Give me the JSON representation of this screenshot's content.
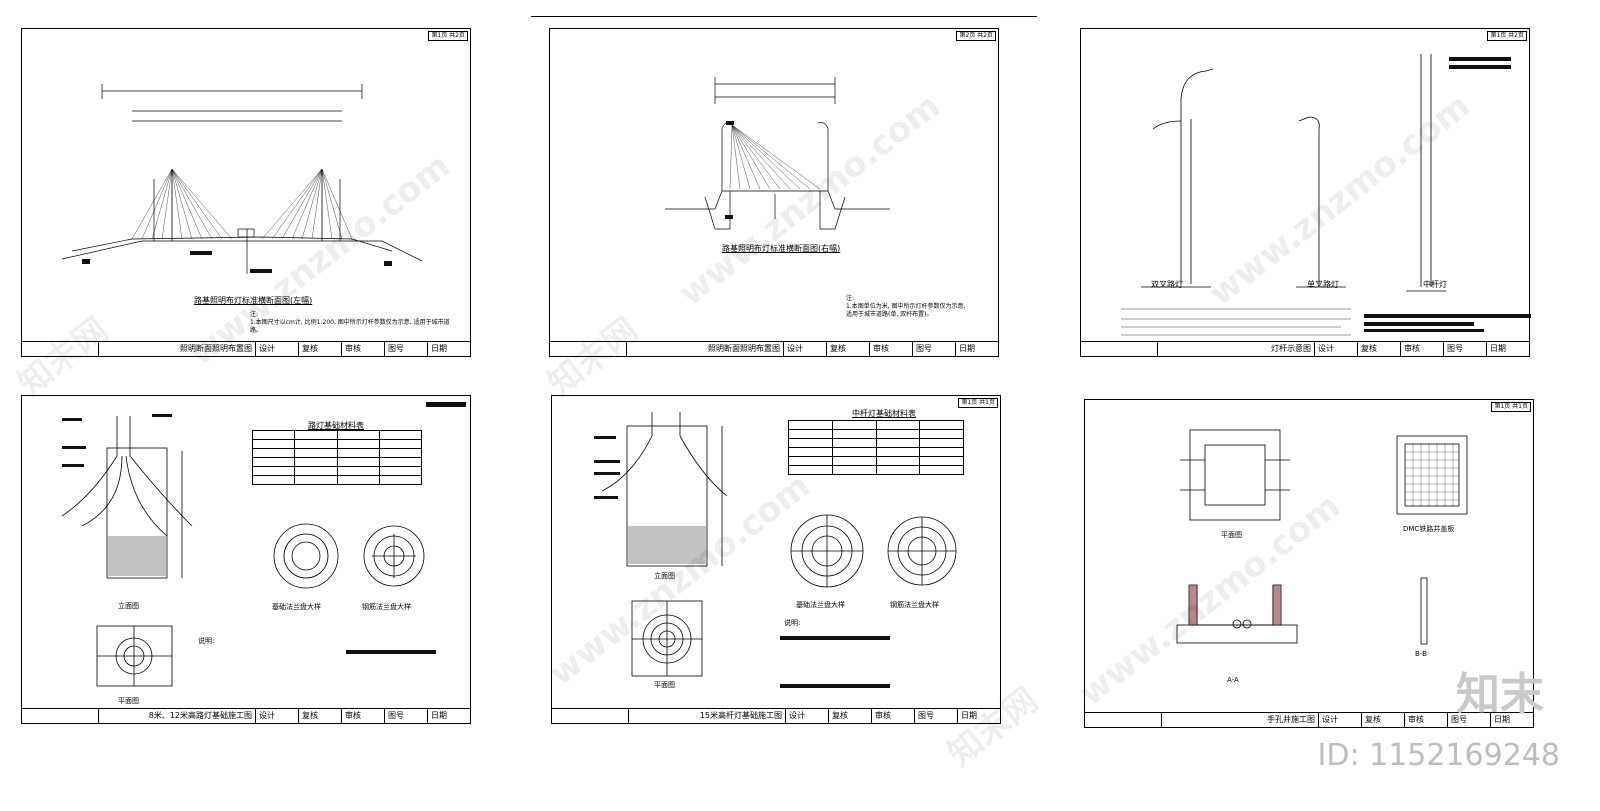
{
  "sheets": [
    {
      "page_tag": "第1页 共2页",
      "caption": "路基照明布灯标准横断面图(左幅)",
      "note": "注:\n1.本图尺寸以cm计, 比例1:200, 图中所示灯杆参数仅为示意, 适用于城市道路。",
      "title": "照明断面照明布置图",
      "cells": [
        "设计",
        "复核",
        "审核",
        "图号",
        "日期"
      ]
    },
    {
      "page_tag": "第2页 共2页",
      "caption": "路基照明布灯标准横断面图(右幅)",
      "note": "注:\n1.本图单位为米, 图中所示灯杆参数仅为示意,\n适用于城市道路(单, 双杆布置)。",
      "title": "照明断面照明布置图",
      "cells": [
        "设计",
        "复核",
        "审核",
        "图号",
        "日期"
      ]
    },
    {
      "page_tag": "第1页 共2页",
      "labels": [
        "双叉路灯",
        "单叉路灯",
        "中杆灯"
      ],
      "title": "灯杆示意图",
      "cells": [
        "设计",
        "复核",
        "审核",
        "图号",
        "日期"
      ]
    },
    {
      "table_title": "路灯基础材料表",
      "captions": [
        "基础法兰盘大样",
        "钢筋法兰盘大样",
        "立面图",
        "平面图"
      ],
      "notes_label": "说明:",
      "title": "8米、12米高路灯基础施工图",
      "cells": [
        "设计",
        "复核",
        "审核",
        "图号",
        "日期"
      ]
    },
    {
      "page_tag": "第1页 共1页",
      "table_title": "中杆灯基础材料表",
      "captions": [
        "基础法兰盘大样",
        "钢筋法兰盘大样",
        "立面图",
        "平面图"
      ],
      "notes_label": "说明:",
      "title": "15米高杆灯基础施工图",
      "cells": [
        "设计",
        "复核",
        "审核",
        "图号",
        "日期"
      ]
    },
    {
      "page_tag": "第1页 共1页",
      "captions": [
        "平面图",
        "DMC铁路井盖板",
        "A-A",
        "B-B"
      ],
      "title": "手孔井施工图",
      "cells": [
        "设计",
        "复核",
        "审核",
        "图号",
        "日期"
      ]
    }
  ],
  "watermark": "www.znzmo.com",
  "watermark_cn": "知末网",
  "brand_logo": "知末",
  "id_label": "ID: 1152169248"
}
